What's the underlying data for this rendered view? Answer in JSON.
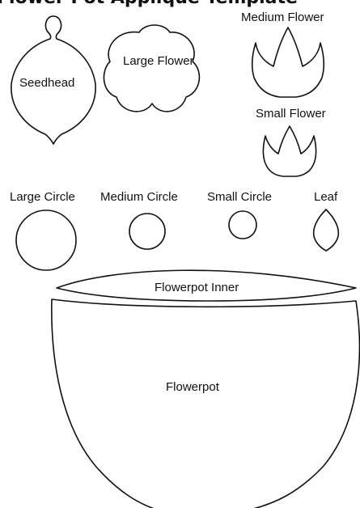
{
  "header": {
    "title": "Flower Pot Applique Template"
  },
  "shapes": {
    "seedhead": "Seedhead",
    "large_flower": "Large Flower",
    "medium_flower": "Medium Flower",
    "small_flower": "Small  Flower",
    "large_circle": "Large Circle",
    "medium_circle": "Medium Circle",
    "small_circle": "Small Circle",
    "leaf": "Leaf",
    "flowerpot_inner": "Flowerpot Inner",
    "flowerpot": "Flowerpot"
  },
  "colors": {
    "outline": "#111111",
    "background": "#ffffff"
  }
}
